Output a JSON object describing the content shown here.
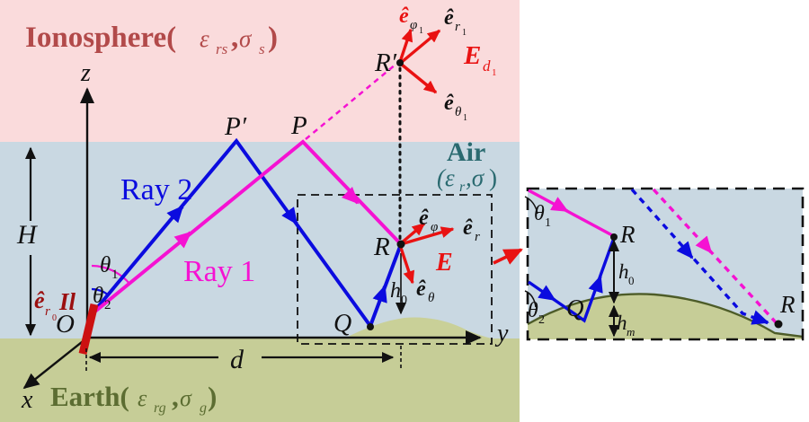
{
  "figure": {
    "regions": {
      "ionosphere": {
        "name": "Ionosphere(",
        "eps": "ε",
        "eps_sub": "rs",
        "comma": ",",
        "sigma": "σ",
        "sigma_sub": "s",
        "close": ")"
      },
      "air": {
        "name": "Air",
        "open_eps": "(ε",
        "eps_sub": "r",
        "comma_sigma": ",σ",
        "close": ")"
      },
      "earth": {
        "name": "Earth(",
        "eps": "ε",
        "eps_sub": "rg",
        "comma": ",",
        "sigma": "σ",
        "sigma_sub": "g",
        "close": ")"
      }
    },
    "axes": {
      "x": "x",
      "y": "y",
      "z": "z"
    },
    "source": {
      "e_hat": "ê",
      "r": "r",
      "zero": "0",
      "dipole_moment": "Il",
      "origin": "O"
    },
    "angles": {
      "theta": "θ",
      "one": "1",
      "two": "2"
    },
    "rays": {
      "ray1": "Ray 1",
      "ray2": "Ray 2"
    },
    "points": {
      "P_prime": "P′",
      "P": "P",
      "R_prime": "R′",
      "R": "R",
      "Q": "Q"
    },
    "measures": {
      "H": "H",
      "d": "d",
      "h": "h",
      "zero": "0",
      "m": "m"
    },
    "field_at_R1": {
      "e_hat": "ê",
      "phi": "φ",
      "r": "r",
      "theta": "θ",
      "one": "1",
      "E": "E",
      "d": "d"
    },
    "field_at_R": {
      "e_hat": "ê",
      "phi": "φ",
      "r": "r",
      "theta": "θ",
      "E": "E"
    },
    "colors": {
      "ionosphere_bg": "#fadbdc",
      "air_bg": "#c9d8e2",
      "earth_bg": "#c6cd97",
      "ray1_magenta": "#f512d2",
      "ray2_blue": "#0b0bdf",
      "vector_red": "#e91212",
      "ionosphere_text": "#b24a4a",
      "air_text": "#2a6a70",
      "earth_text": "#5c6d32",
      "dipole_red": "#cc1111",
      "source_text": "#9b0f0f",
      "inset_hill_stroke": "#4d5c28"
    }
  }
}
